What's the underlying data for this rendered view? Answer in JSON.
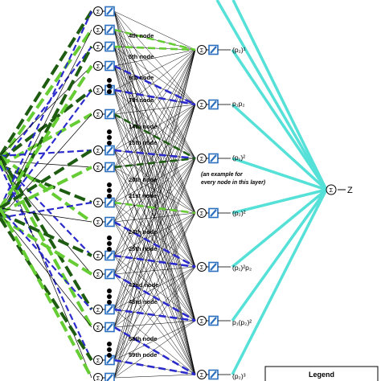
{
  "colors": {
    "dark_green": "#1e5c12",
    "light_green": "#66cc33",
    "blue": "#2b2bcc",
    "cyan": "#55e0d8",
    "neuron_blue": "#2b6fbf",
    "black": "#000000"
  },
  "icons": {
    "sum": "summation-icon",
    "activation": "activation-function-icon",
    "ellipsis": "vertical-ellipsis-icon"
  },
  "hidden_layer": {
    "node_labels": [
      "4th node",
      "5th node",
      "6th node",
      "7th node",
      "14th node",
      "15th node",
      "20th node",
      "21st node",
      "24th node",
      "25th node",
      "42nd node",
      "43rd node",
      "58th node",
      "59th node"
    ]
  },
  "second_layer": {
    "outputs": [
      "(p₂)¹",
      "p₁p₂",
      "(p₁)²",
      "(p₂)²",
      "(p₁)²p₂",
      "p₁(p₂)²",
      "(p₂)³"
    ],
    "annotation_line1": "(an example for",
    "annotation_line2": "every node in this layer)"
  },
  "output": {
    "label": "Z"
  },
  "legend": {
    "title": "Legend"
  }
}
